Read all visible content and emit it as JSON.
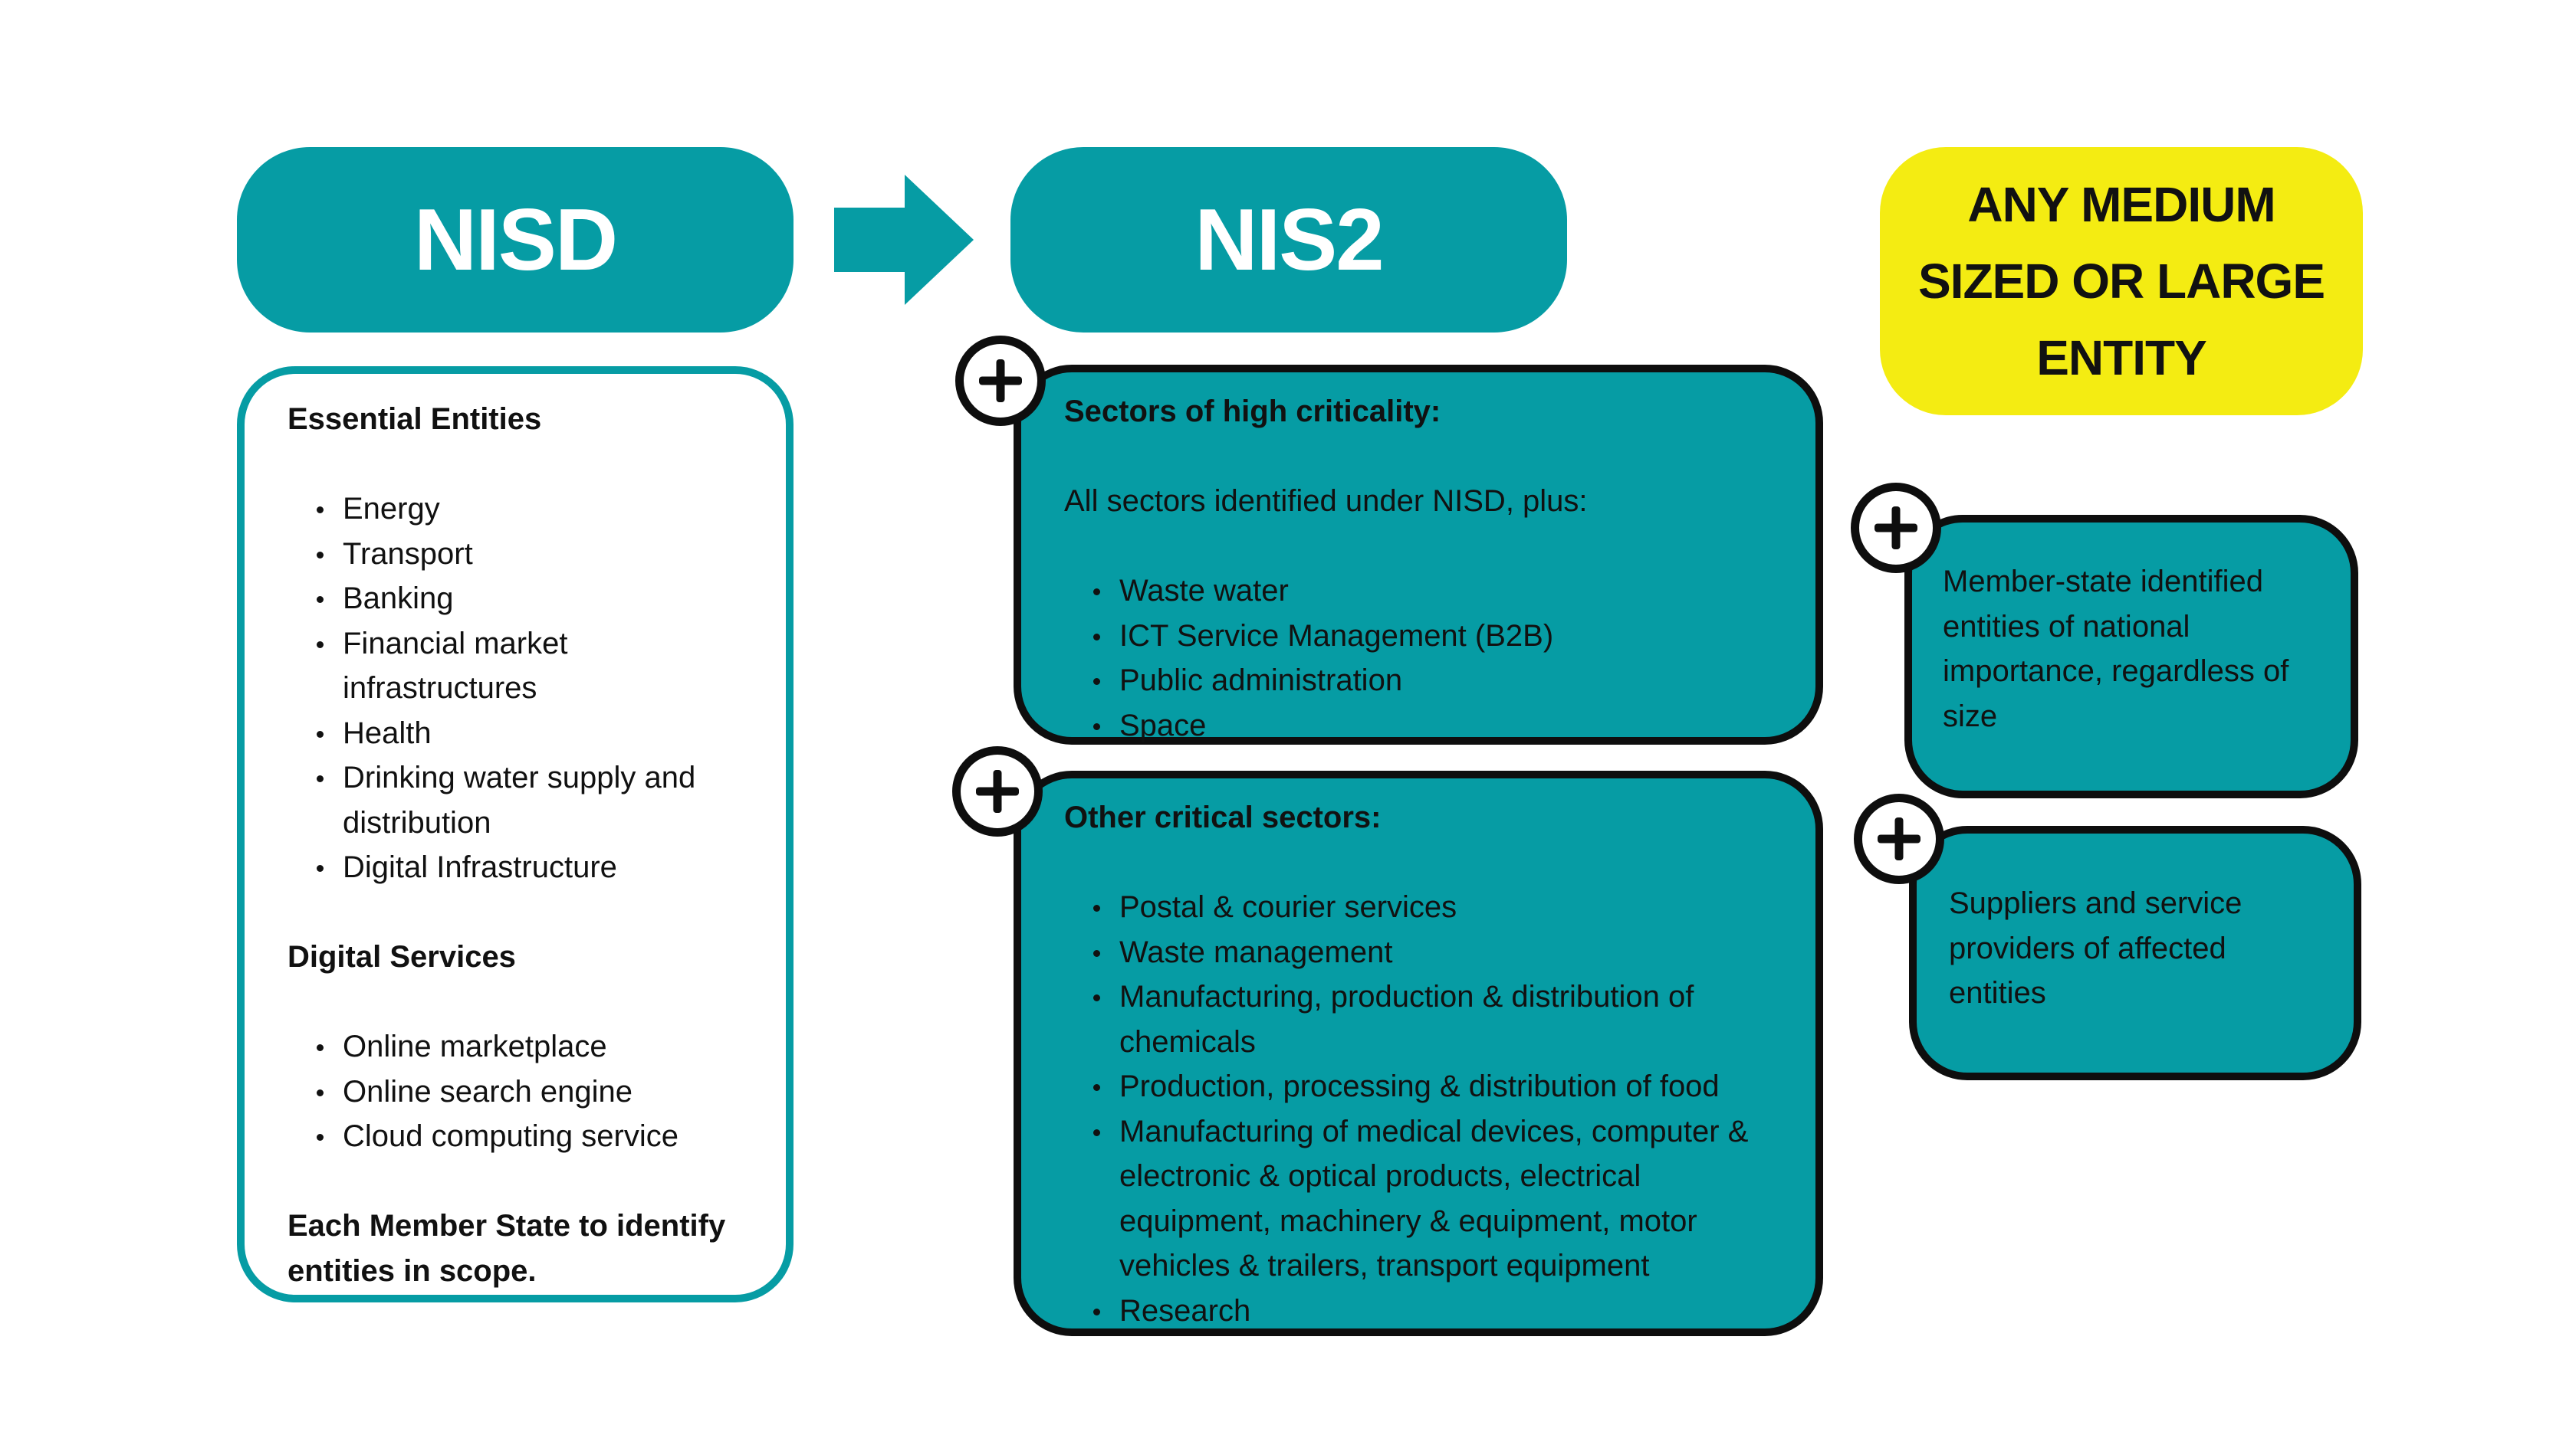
{
  "colors": {
    "teal": "#069ca4",
    "yellow": "#f4ec12",
    "dark": "#0e0e0e",
    "white": "#ffffff"
  },
  "header": {
    "nisd_title": "NISD",
    "nis2_title": "NIS2",
    "scope_line1": "ANY MEDIUM",
    "scope_line2": "SIZED OR LARGE",
    "scope_line3": "ENTITY",
    "arrow_icon": "right-arrow-icon"
  },
  "nisd": {
    "essential_heading": "Essential Entities",
    "essential_items": [
      "Energy",
      "Transport",
      "Banking",
      "Financial market infrastructures",
      "Health",
      "Drinking water supply and distribution",
      "Digital Infrastructure"
    ],
    "digital_heading": "Digital Services",
    "digital_items": [
      "Online marketplace",
      "Online search engine",
      "Cloud computing service"
    ],
    "footer": "Each Member State to identify entities in scope."
  },
  "nis2": {
    "high_heading": "Sectors of high criticality:",
    "high_intro": "All sectors identified under NISD, plus:",
    "high_items": [
      "Waste water",
      "ICT Service Management (B2B)",
      "Public administration",
      "Space"
    ],
    "other_heading": "Other critical sectors:",
    "other_items": [
      "Postal & courier services",
      "Waste management",
      "Manufacturing, production & distribution of chemicals",
      "Production, processing & distribution of food",
      "Manufacturing of medical devices, computer & electronic & optical products, electrical equipment, machinery & equipment, motor vehicles & trailers, transport equipment",
      "Research"
    ]
  },
  "side": {
    "member_state_text": "Member-state identified entities of national importance, regardless of size",
    "suppliers_text": "Suppliers and service providers of affected entities"
  },
  "icons": {
    "plus": "plus-icon"
  }
}
